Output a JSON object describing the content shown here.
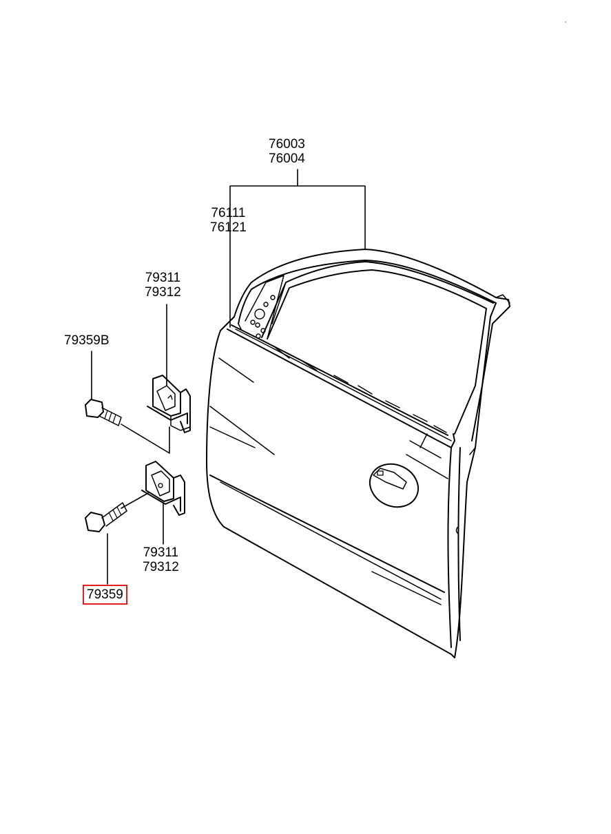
{
  "callouts": {
    "door_assembly": {
      "line1": "76003",
      "line2": "76004"
    },
    "door_inner": {
      "line1": "76111",
      "line2": "76121"
    },
    "upper_hinge": {
      "line1": "79311",
      "line2": "79312"
    },
    "upper_bolt": {
      "label": "79359B"
    },
    "lower_hinge": {
      "line1": "79311",
      "line2": "79312"
    },
    "lower_bolt": {
      "label": "79359",
      "highlighted": true
    }
  },
  "colors": {
    "line": "#000000",
    "highlight": "#e02020",
    "background": "#ffffff"
  }
}
